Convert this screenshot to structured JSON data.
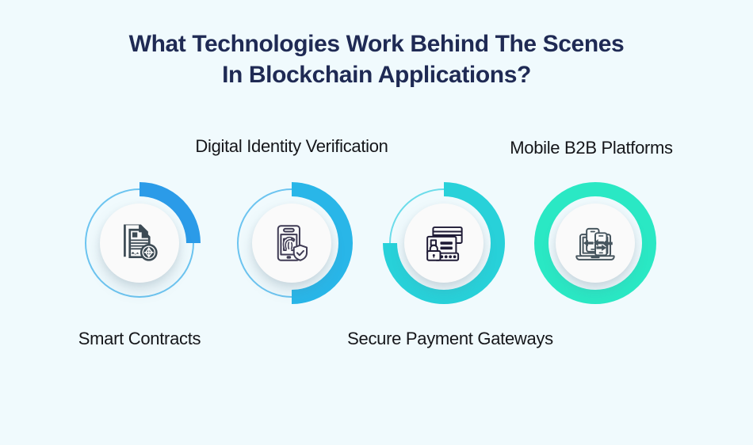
{
  "page": {
    "background_color": "#f0fafd",
    "title_color": "#1f2a54",
    "label_color": "#15161a"
  },
  "title": {
    "line1": "What Technologies Work Behind The Scenes",
    "line2": "In Blockchain Applications?"
  },
  "items": [
    {
      "label": "Smart Contracts",
      "label_position": "bottom",
      "icon": "signed-document-icon",
      "ring_color": "#2b9be8",
      "ring_outline_color": "#6cc4f0",
      "filled_quadrants": 1,
      "filled_segments": [
        "top-right"
      ]
    },
    {
      "label": "Digital Identity Verification",
      "label_position": "top",
      "icon": "phone-fingerprint-shield-icon",
      "ring_color": "#29b6e8",
      "ring_outline_color": "#6cc4f0",
      "filled_quadrants": 2,
      "filled_segments": [
        "top-right",
        "bottom-right"
      ]
    },
    {
      "label": "Secure Payment Gateways",
      "label_position": "bottom",
      "icon": "credit-card-lock-reader-icon",
      "ring_color": "#28d1d9",
      "ring_outline_color": "#6cdcea",
      "filled_quadrants": 3,
      "filled_segments": [
        "top-right",
        "bottom-right",
        "bottom-left"
      ]
    },
    {
      "label": "Mobile B2B Platforms",
      "label_position": "top",
      "icon": "laptop-phones-exchange-icon",
      "ring_color": "#2ae8c4",
      "ring_outline_color": "#2ae8c4",
      "filled_quadrants": 4,
      "filled_segments": [
        "top-right",
        "bottom-right",
        "bottom-left",
        "top-left"
      ]
    }
  ]
}
